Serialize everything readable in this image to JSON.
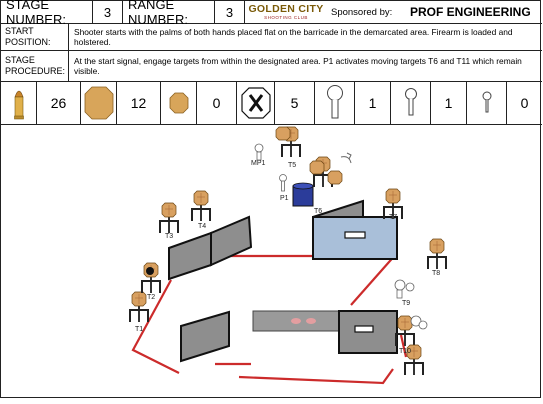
{
  "header": {
    "stage_number_label": "STAGE NUMBER:",
    "stage_number": "3",
    "range_number_label": "RANGE NUMBER:",
    "range_number": "3",
    "logo": {
      "main": "GOLDEN CITY",
      "sub": "SHOOTING CLUB"
    },
    "sponsored_by_label": "Sponsored by:",
    "sponsor": "PROF ENGINEERING"
  },
  "start_position": {
    "label_line1": "START",
    "label_line2": "POSITION:",
    "text": "Shooter starts with the palms of both hands placed flat on the barricade in the demarcated area. Firearm is loaded and holstered."
  },
  "stage_procedure": {
    "label_line1": "STAGE",
    "label_line2": "PROCEDURE:",
    "text": "At the start signal, engage targets from within the designated area. P1 activates moving targets T6 and T11 which remain visible."
  },
  "counts": {
    "rounds": "26",
    "paper_targets": "12",
    "small_steel": "0",
    "no_shoots": "5",
    "large_poppers": "1",
    "medium_poppers": "1",
    "small_poppers": "0"
  },
  "icons": {
    "rounds": "bullet-icon",
    "paper_targets": "octagon-target-icon",
    "small_steel": "small-octagon-icon",
    "no_shoots": "no-shoot-x-icon",
    "large_poppers": "large-popper-icon",
    "medium_poppers": "medium-popper-icon",
    "small_poppers": "small-popper-icon"
  },
  "colors": {
    "target_tan": "#d8a060",
    "wall_grey": "#8c8c8c",
    "window_blue": "#a9bfd9",
    "fault_line_red": "#cc2b2b",
    "activator_blue": "#2b3c9a",
    "logo_gold": "#d6a313"
  },
  "map_labels": {
    "T1": "T1",
    "T2": "T2",
    "T3": "T3",
    "T4": "T4",
    "T5": "T5",
    "T6": "T6",
    "T7": "T7",
    "T8": "T8",
    "T9": "T9",
    "T10": "T10",
    "MP1": "MP1",
    "P1": "P1"
  }
}
